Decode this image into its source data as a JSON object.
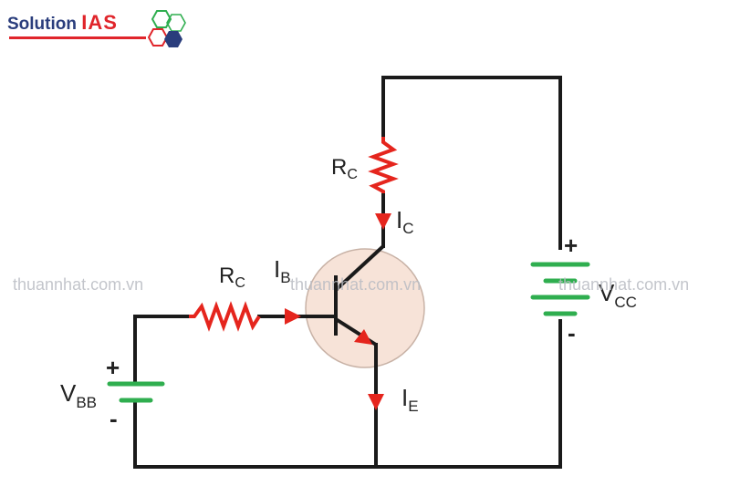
{
  "logo": {
    "part1": "Solution",
    "part2": "IAS"
  },
  "watermark": "thuannhat.com.vn",
  "labels": {
    "rc_collector": {
      "main": "R",
      "sub": "C"
    },
    "rc_base": {
      "main": "R",
      "sub": "C"
    },
    "ic": {
      "main": "I",
      "sub": "C"
    },
    "ib": {
      "main": "I",
      "sub": "B"
    },
    "ie": {
      "main": "I",
      "sub": "E"
    },
    "vcc": {
      "main": "V",
      "sub": "CC"
    },
    "vbb": {
      "main": "V",
      "sub": "BB"
    },
    "vcc_plus": "+",
    "vcc_minus": "-",
    "vbb_plus": "+",
    "vbb_minus": "-"
  },
  "colors": {
    "wire": "#1a1a1a",
    "resistor": "#e5251d",
    "arrow": "#e5251d",
    "battery": "#2fae4f",
    "transistor_fill": "#f7e3d8",
    "transistor_stroke": "#c8b2a6",
    "logo_blue": "#2a3d7c",
    "logo_red": "#e0252b"
  }
}
